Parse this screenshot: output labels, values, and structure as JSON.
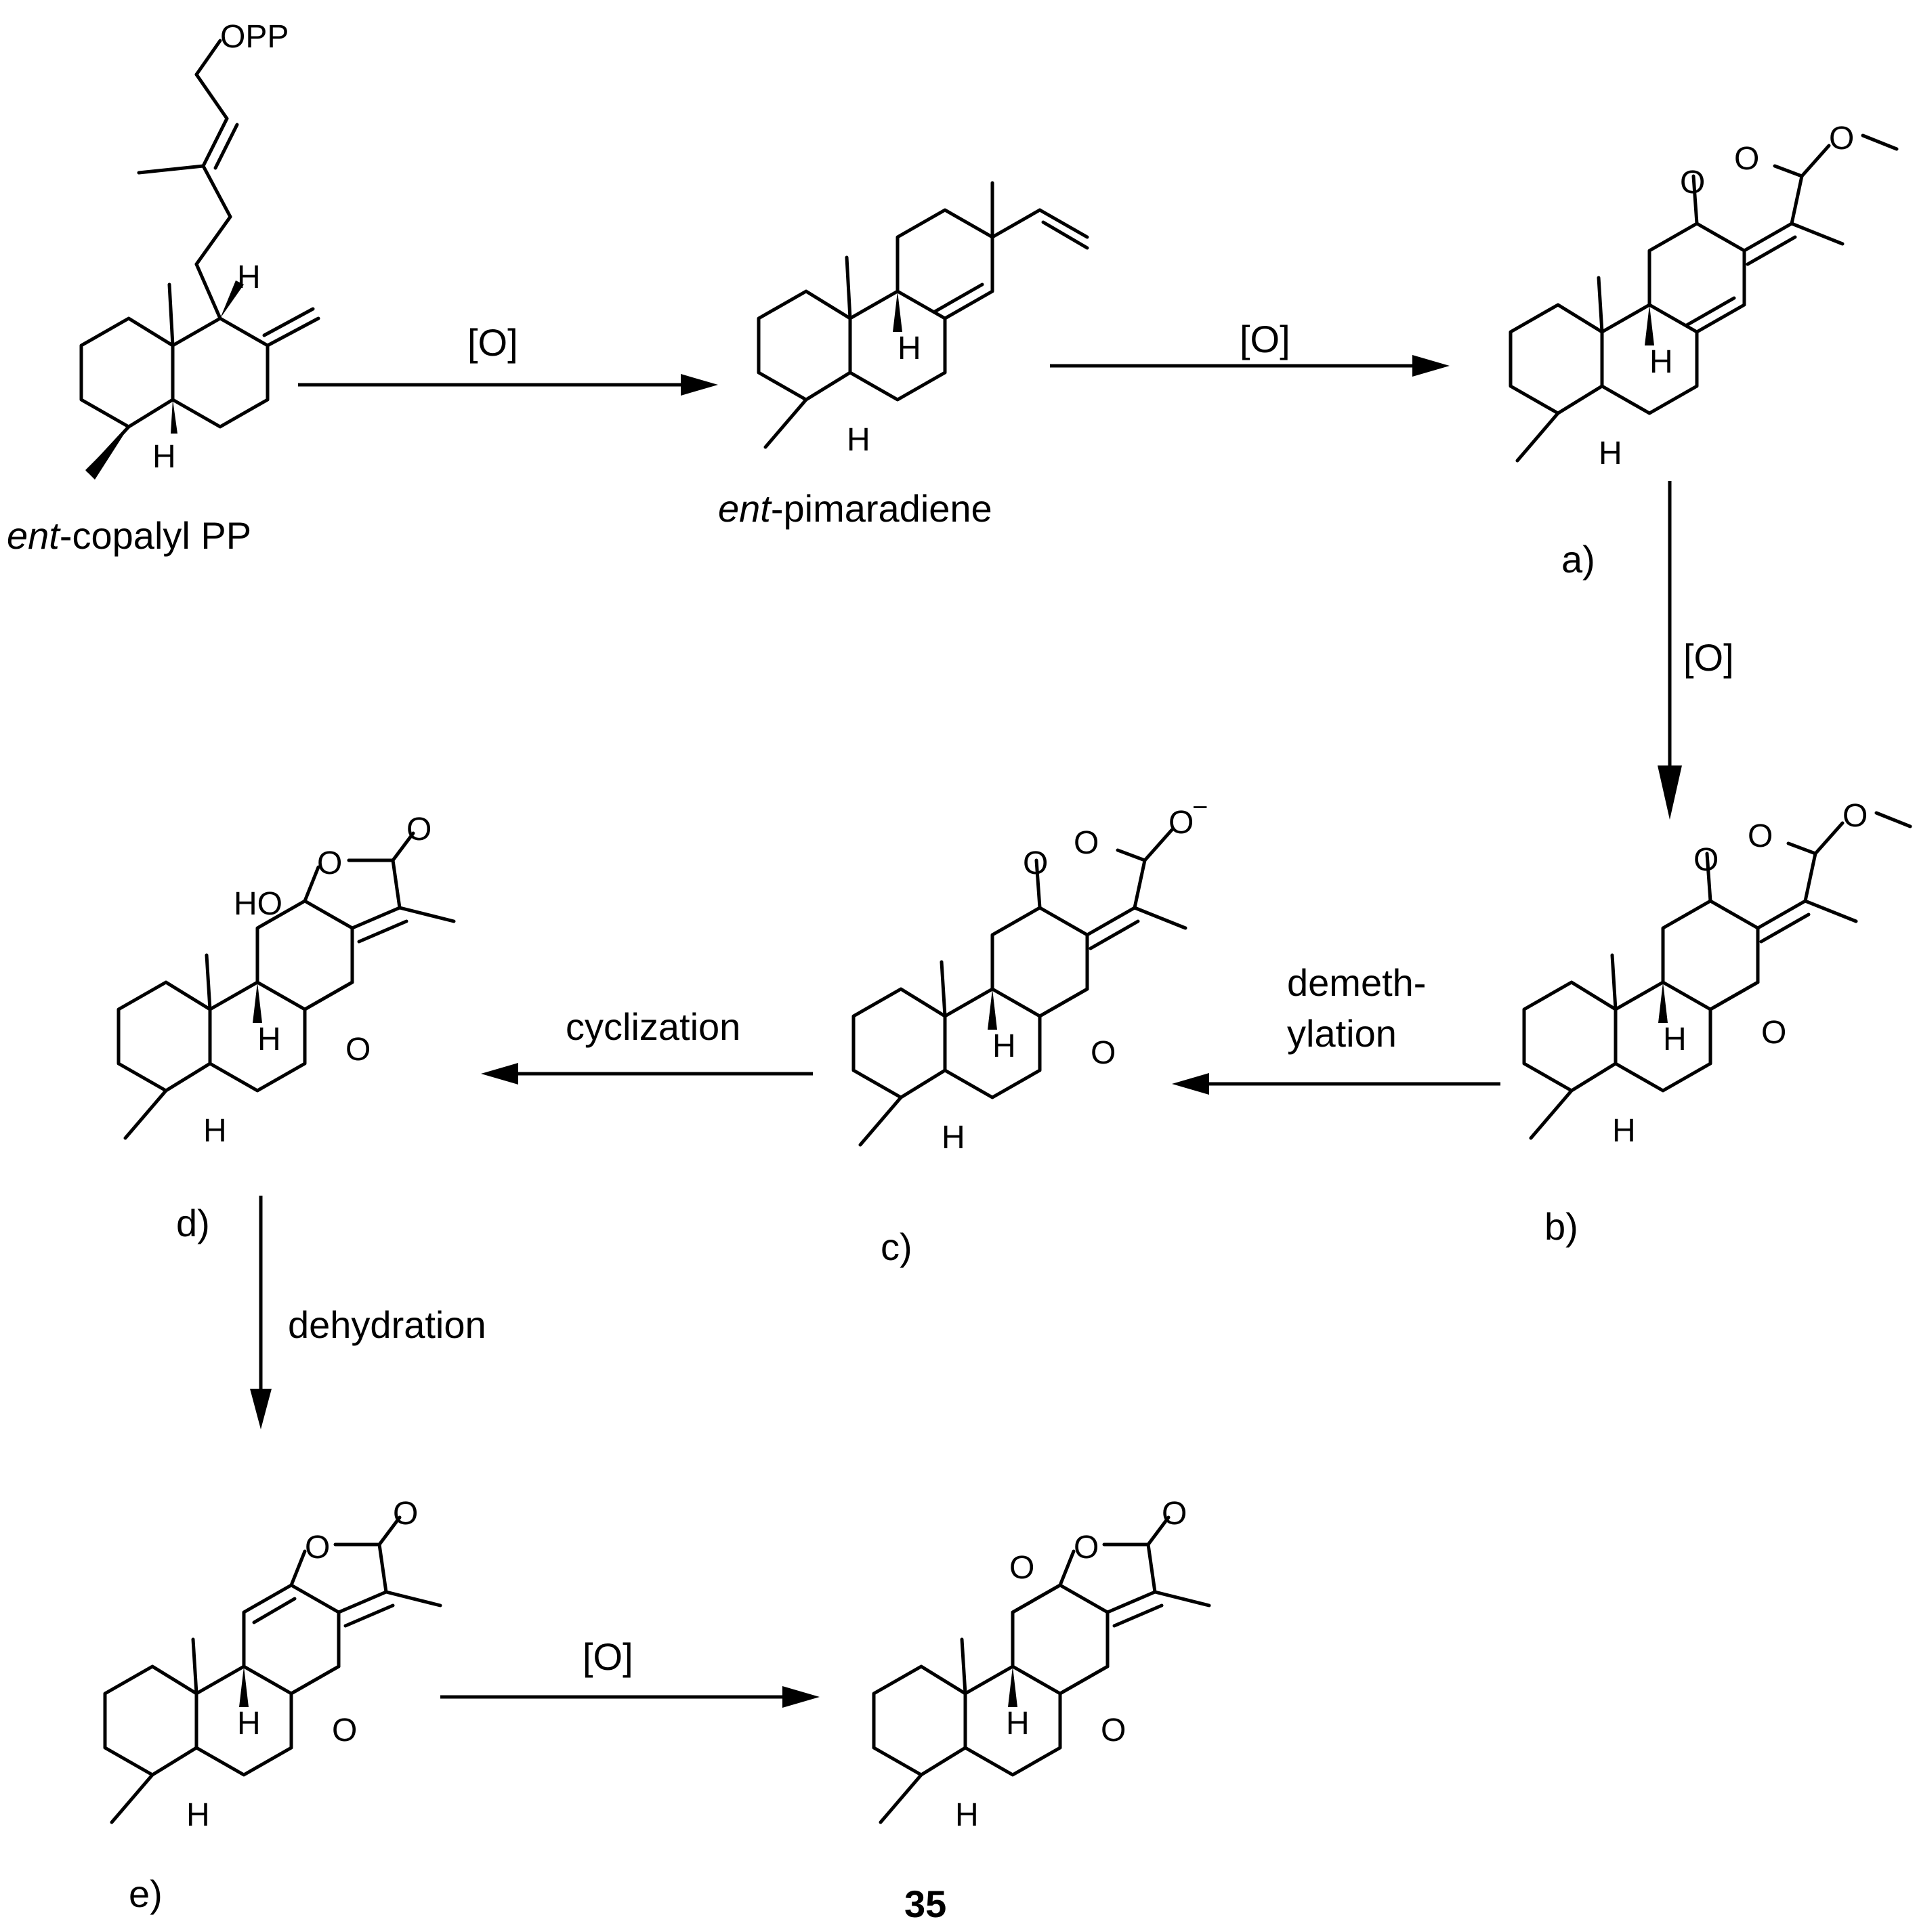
{
  "compounds": {
    "copalyl": {
      "name_prefix": "ent",
      "name_suffix": "-copalyl PP",
      "opp": "OPP",
      "h_top": "H",
      "h_bottom": "H"
    },
    "pimaradiene": {
      "name_prefix": "ent",
      "name_suffix": "-pimaradiene",
      "h1": "H",
      "h2": "H"
    },
    "a": {
      "label": "a)",
      "o1": "O",
      "o2": "O",
      "o3": "O",
      "h1": "H",
      "h2": "H"
    },
    "b": {
      "label": "b)",
      "o1": "O",
      "o2": "O",
      "o3": "O",
      "o_epox": "O",
      "h1": "H",
      "h2": "H"
    },
    "c": {
      "label": "c)",
      "o1": "O",
      "o2": "O",
      "o_minus": "O",
      "charge": "−",
      "o_epox": "O",
      "h1": "H",
      "h2": "H"
    },
    "d": {
      "label": "d)",
      "ho": "HO",
      "o_ring": "O",
      "o_keto": "O",
      "o_epox": "O",
      "h1": "H",
      "h2": "H"
    },
    "e": {
      "label": "e)",
      "o_ring": "O",
      "o_keto": "O",
      "o_epox": "O",
      "h1": "H",
      "h2": "H"
    },
    "c35": {
      "label": "35",
      "o_ring": "O",
      "o_keto": "O",
      "o_epox1": "O",
      "o_epox2": "O",
      "h1": "H",
      "h2": "H"
    }
  },
  "arrows": {
    "step1": "[O]",
    "step2": "[O]",
    "step3": "[O]",
    "step4_line1": "demeth-",
    "step4_line2": "ylation",
    "step5": "cyclization",
    "step6": "dehydration",
    "step7": "[O]"
  }
}
